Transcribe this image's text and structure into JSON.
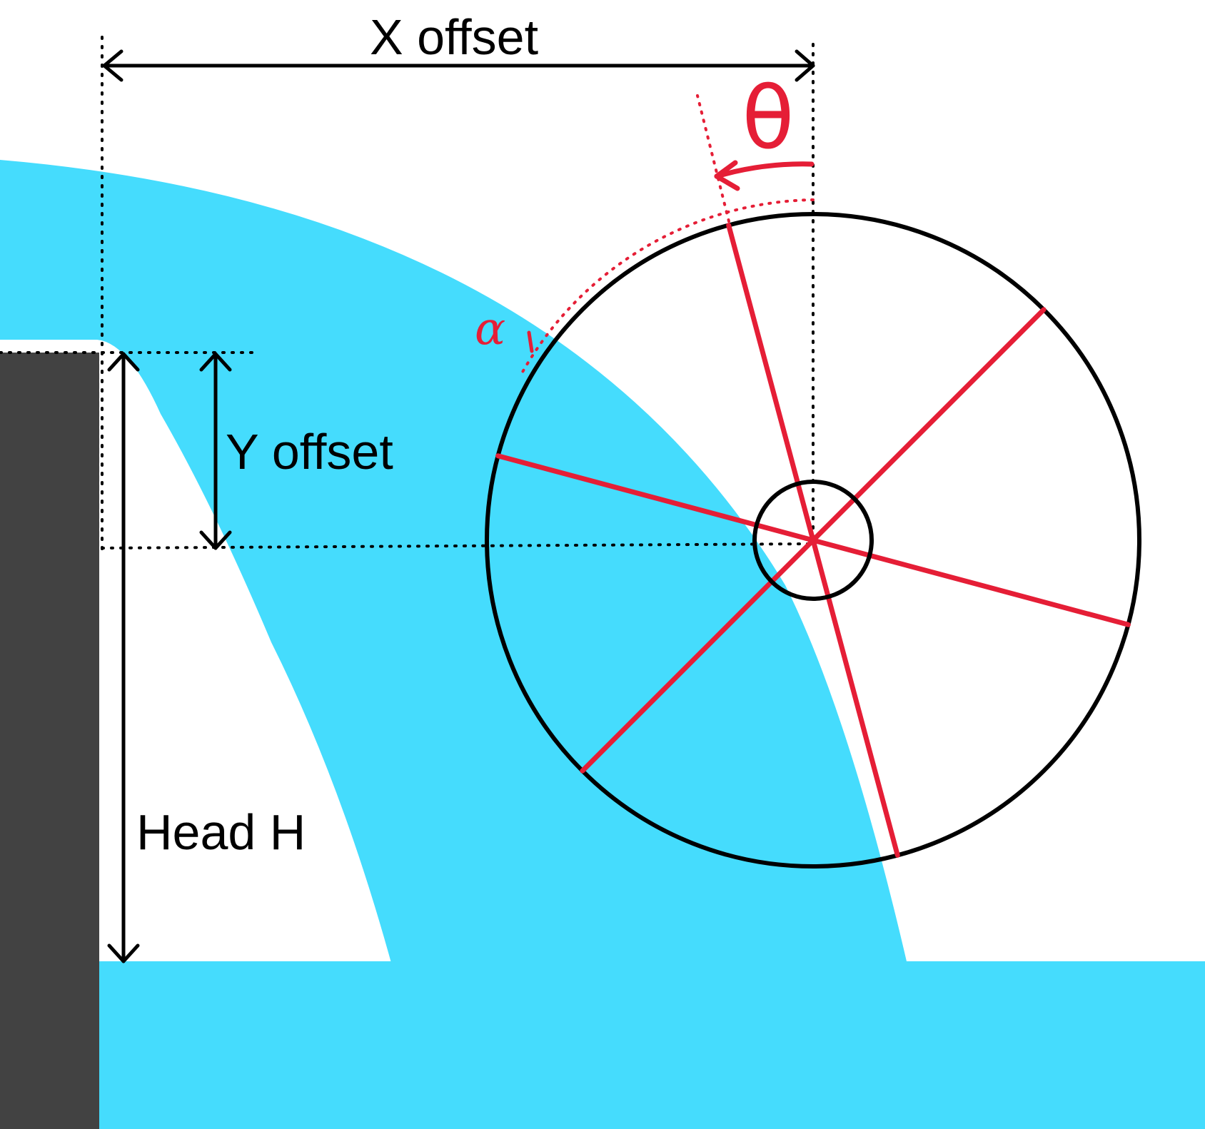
{
  "colors": {
    "water": "#45dcfd",
    "wall": "#424242",
    "accent": "#e51e36",
    "line": "#000000"
  },
  "labels": {
    "x_offset": "X offset",
    "y_offset": "Y offset",
    "head": "Head H",
    "theta": "θ",
    "alpha": "α"
  },
  "wheel": {
    "spoke_count": 6,
    "rotation_angle_deg": 15
  }
}
